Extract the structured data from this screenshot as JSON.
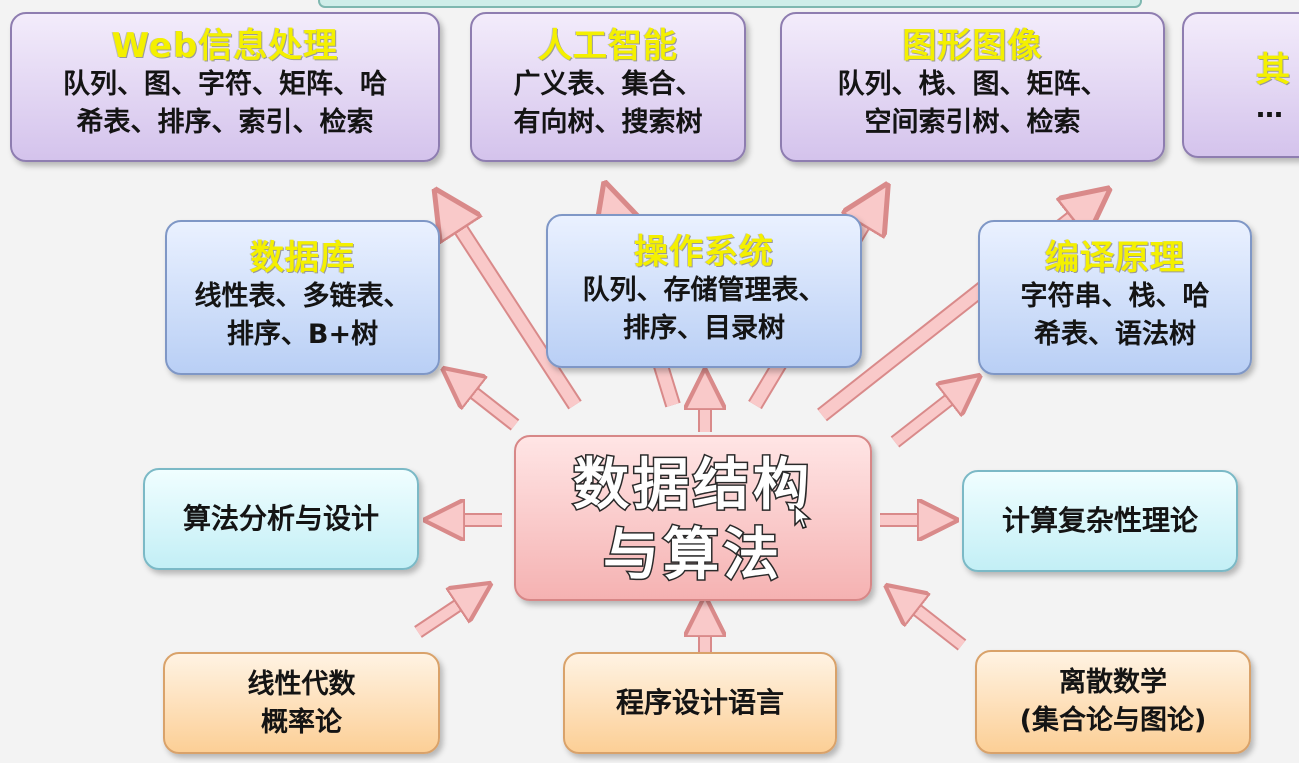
{
  "center": {
    "line1": "数据结构",
    "line2": "与算法"
  },
  "top_row": [
    {
      "title": "Web信息处理",
      "line1": "队列、图、字符、矩阵、哈",
      "line2": "希表、排序、索引、检索"
    },
    {
      "title": "人工智能",
      "line1": "广义表、集合、",
      "line2": "有向树、搜索树"
    },
    {
      "title": "图形图像",
      "line1": "队列、栈、图、矩阵、",
      "line2": "空间索引树、检索"
    },
    {
      "title": "其",
      "line1": "…",
      "line2": ""
    }
  ],
  "mid_row": [
    {
      "title": "数据库",
      "line1": "线性表、多链表、",
      "line2": "排序、B+树"
    },
    {
      "title": "操作系统",
      "line1": "队列、存储管理表、",
      "line2": "排序、目录树"
    },
    {
      "title": "编译原理",
      "line1": "字符串、栈、哈",
      "line2": "希表、语法树"
    }
  ],
  "side": {
    "left": "算法分析与设计",
    "right": "计算复杂性理论"
  },
  "bottom_row": [
    {
      "line1": "线性代数",
      "line2": "概率论"
    },
    {
      "line1": "程序设计语言",
      "line2": ""
    },
    {
      "line1": "离散数学",
      "line2": "(集合论与图论)"
    }
  ],
  "colors": {
    "arrow_fill": "#f9c9c9",
    "arrow_stroke": "#d98a8a",
    "title_yellow": "#f4f000"
  }
}
